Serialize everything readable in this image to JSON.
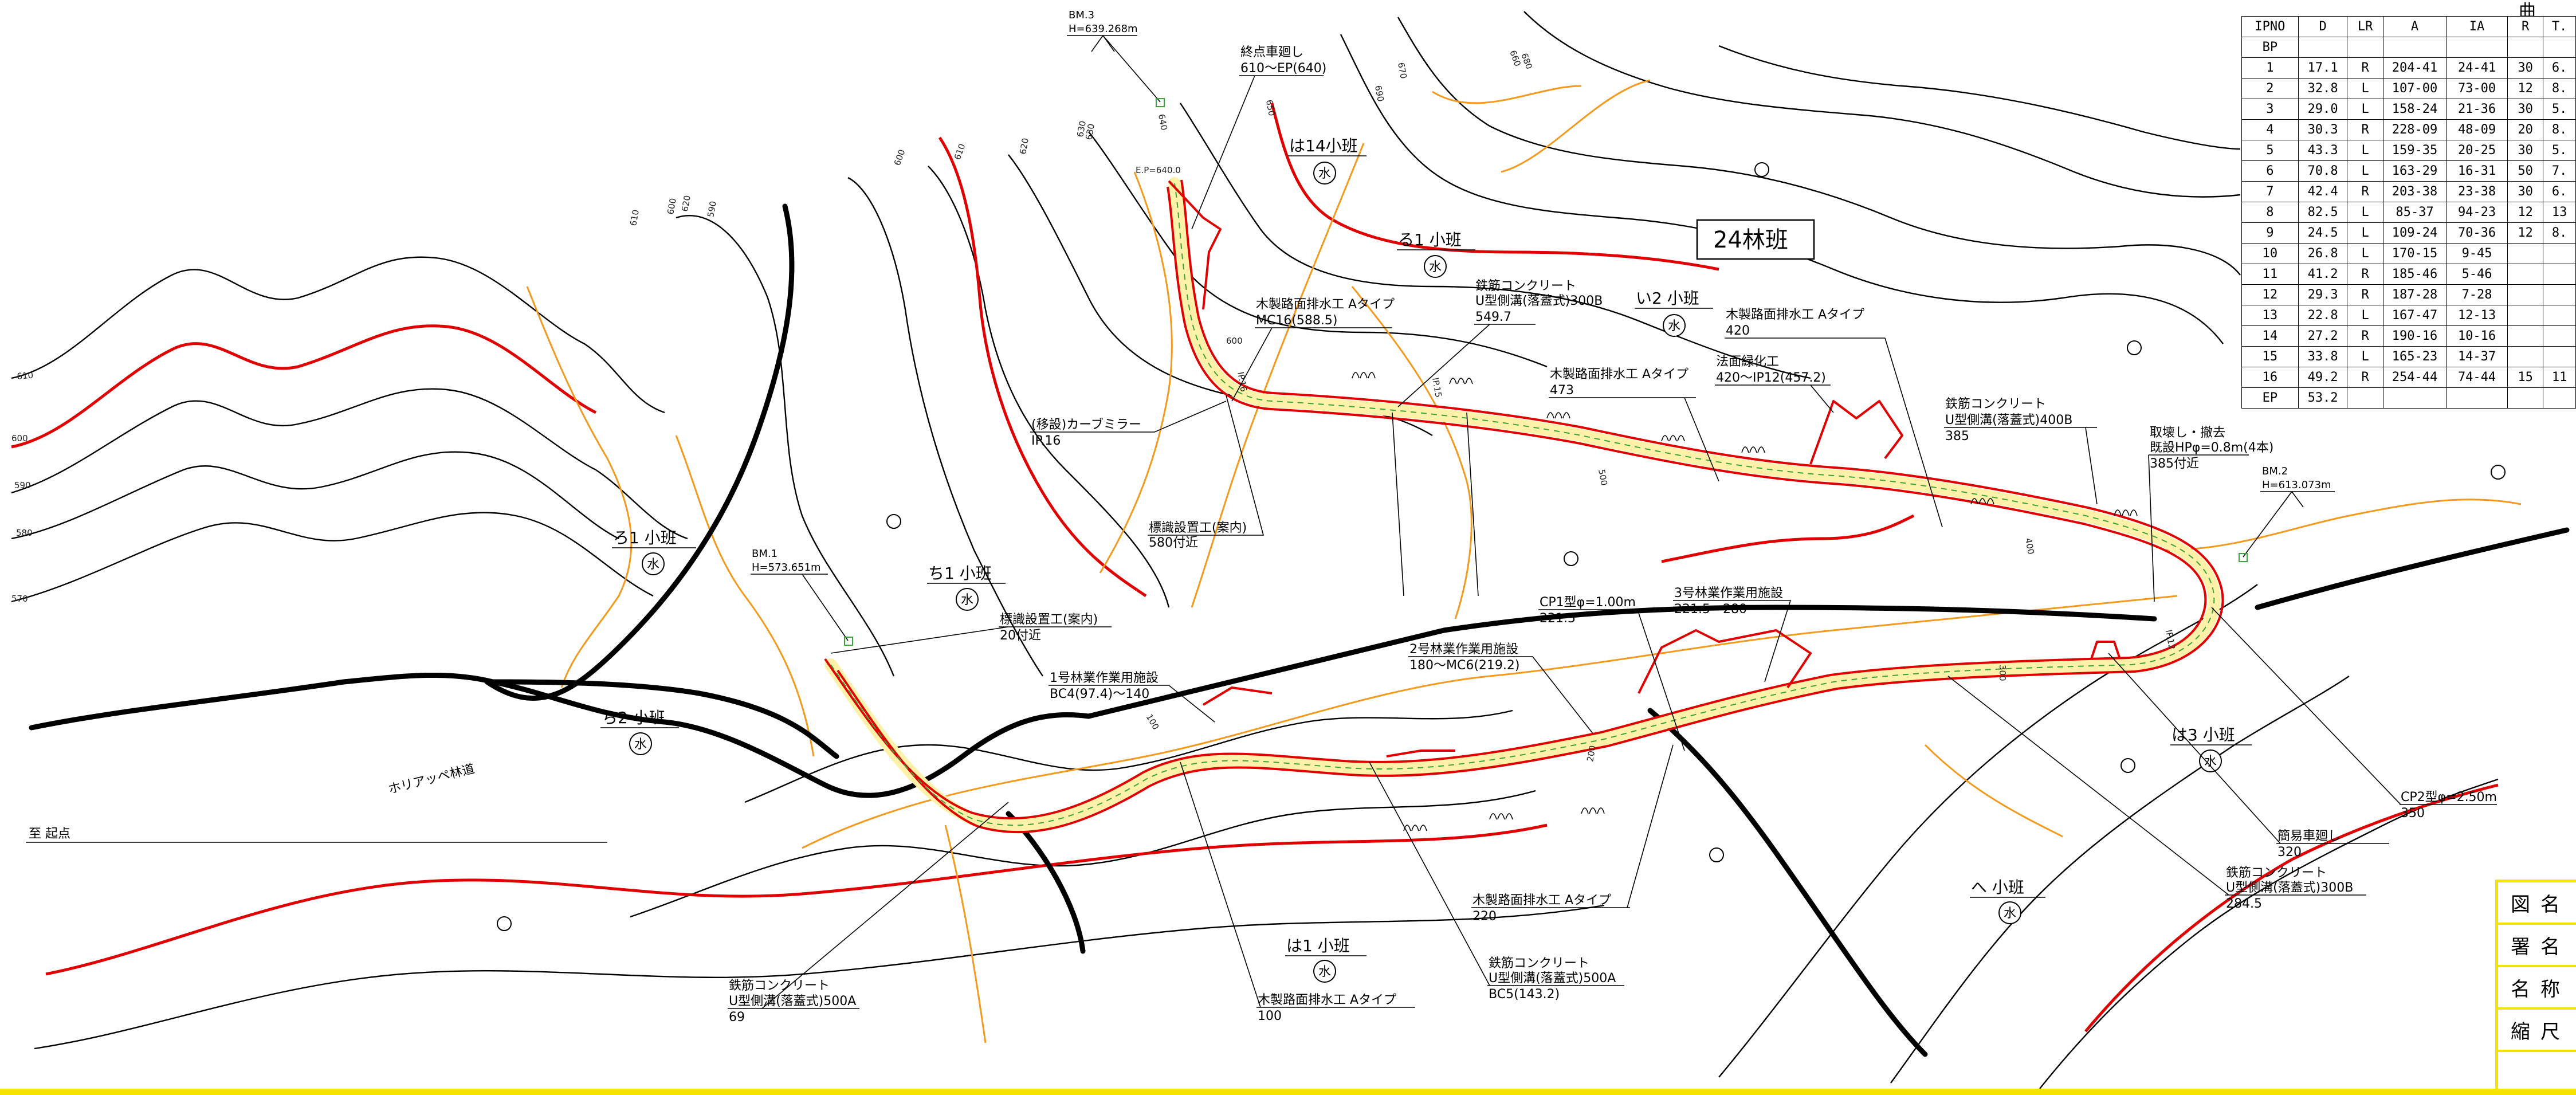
{
  "curve_table": {
    "title": "曲",
    "headers": [
      "IPNO",
      "D",
      "LR",
      "A",
      "IA",
      "R",
      "T."
    ],
    "rows": [
      [
        "BP",
        "",
        "",
        "",
        "",
        "",
        ""
      ],
      [
        "1",
        "17.1",
        "R",
        "204-41",
        "24-41",
        "30",
        "6."
      ],
      [
        "2",
        "32.8",
        "L",
        "107-00",
        "73-00",
        "12",
        "8."
      ],
      [
        "3",
        "29.0",
        "L",
        "158-24",
        "21-36",
        "30",
        "5."
      ],
      [
        "4",
        "30.3",
        "R",
        "228-09",
        "48-09",
        "20",
        "8."
      ],
      [
        "5",
        "43.3",
        "L",
        "159-35",
        "20-25",
        "30",
        "5."
      ],
      [
        "6",
        "70.8",
        "L",
        "163-29",
        "16-31",
        "50",
        "7."
      ],
      [
        "7",
        "42.4",
        "R",
        "203-38",
        "23-38",
        "30",
        "6."
      ],
      [
        "8",
        "82.5",
        "L",
        "85-37",
        "94-23",
        "12",
        "13"
      ],
      [
        "9",
        "24.5",
        "L",
        "109-24",
        "70-36",
        "12",
        "8."
      ],
      [
        "10",
        "26.8",
        "L",
        "170-15",
        "9-45",
        "",
        ""
      ],
      [
        "11",
        "41.2",
        "R",
        "185-46",
        "5-46",
        "",
        ""
      ],
      [
        "12",
        "29.3",
        "R",
        "187-28",
        "7-28",
        "",
        ""
      ],
      [
        "13",
        "22.8",
        "L",
        "167-47",
        "12-13",
        "",
        ""
      ],
      [
        "14",
        "27.2",
        "R",
        "190-16",
        "10-16",
        "",
        ""
      ],
      [
        "15",
        "33.8",
        "L",
        "165-23",
        "14-37",
        "",
        ""
      ],
      [
        "16",
        "49.2",
        "R",
        "254-44",
        "74-44",
        "15",
        "11"
      ],
      [
        "EP",
        "53.2",
        "",
        "",
        "",
        "",
        ""
      ]
    ]
  },
  "title_block": {
    "rows": [
      "図名",
      "署名",
      "名称",
      "縮尺"
    ]
  },
  "map": {
    "forest_block": "24林班",
    "water_symbol": "水",
    "subcompartments": [
      {
        "id": "ha14",
        "text": "は14小班"
      },
      {
        "id": "ru1",
        "text": "る1 小班"
      },
      {
        "id": "i2",
        "text": "い2 小班"
      },
      {
        "id": "ro1",
        "text": "ろ1 小班"
      },
      {
        "id": "chi1",
        "text": "ち1 小班"
      },
      {
        "id": "chi2",
        "text": "ち2 小班"
      },
      {
        "id": "ha1",
        "text": "は1 小班"
      },
      {
        "id": "ha3",
        "text": "は3 小班"
      },
      {
        "id": "he",
        "text": "へ 小班"
      }
    ],
    "benchmarks": [
      {
        "id": "bm3",
        "name": "BM.3",
        "height": "H=639.268m"
      },
      {
        "id": "bm1",
        "name": "BM.1",
        "height": "H=573.651m"
      },
      {
        "id": "bm2",
        "name": "BM.2",
        "height": "H=613.073m"
      }
    ],
    "road_labels": {
      "horiappe": "ホリアッペ林道",
      "start": "至 起点",
      "ep": "E.P=640.0"
    },
    "annotations": [
      {
        "id": "a01",
        "lines": [
          "終点車廻し",
          "610～EP(640)"
        ]
      },
      {
        "id": "a02",
        "lines": [
          "鉄筋コンクリート",
          "U型側溝(落蓋式)300B",
          "549.7"
        ]
      },
      {
        "id": "a03",
        "lines": [
          "木製路面排水工 Aタイプ",
          "MC16(588.5)"
        ]
      },
      {
        "id": "a04",
        "lines": [
          "木製路面排水工 Aタイプ",
          "420"
        ]
      },
      {
        "id": "a05",
        "lines": [
          "木製路面排水工 Aタイプ",
          "473"
        ]
      },
      {
        "id": "a06",
        "lines": [
          "法面緑化工",
          "420～IP12(457.2)"
        ]
      },
      {
        "id": "a07",
        "lines": [
          "(移設)カーブミラー",
          "IP.16"
        ]
      },
      {
        "id": "a08",
        "lines": [
          "鉄筋コンクリート",
          "U型側溝(落蓋式)400B",
          "385"
        ]
      },
      {
        "id": "a09",
        "lines": [
          "取壊し・撤去",
          "既設HPφ=0.8m(4本)",
          "385付近"
        ]
      },
      {
        "id": "a10",
        "lines": [
          "標識設置工(案内)",
          "580付近"
        ]
      },
      {
        "id": "a11",
        "lines": [
          "標識設置工(案内)",
          "20付近"
        ]
      },
      {
        "id": "a12",
        "lines": [
          "CP1型φ=1.00m",
          "221.5"
        ]
      },
      {
        "id": "a13",
        "lines": [
          "3号林業作業用施設",
          "221.5～280"
        ]
      },
      {
        "id": "a14",
        "lines": [
          "2号林業作業用施設",
          "180～MC6(219.2)"
        ]
      },
      {
        "id": "a15",
        "lines": [
          "1号林業作業用施設",
          "BC4(97.4)～140"
        ]
      },
      {
        "id": "a16",
        "lines": [
          "CP2型φ=2.50m",
          "350"
        ]
      },
      {
        "id": "a17",
        "lines": [
          "簡易車廻し",
          "320"
        ]
      },
      {
        "id": "a18",
        "lines": [
          "鉄筋コンクリート",
          "U型側溝(落蓋式)300B",
          "284.5"
        ]
      },
      {
        "id": "a19",
        "lines": [
          "木製路面排水工 Aタイプ",
          "220"
        ]
      },
      {
        "id": "a20",
        "lines": [
          "鉄筋コンクリート",
          "U型側溝(落蓋式)500A",
          "BC5(143.2)"
        ]
      },
      {
        "id": "a21",
        "lines": [
          "木製路面排水工 Aタイプ",
          "100"
        ]
      },
      {
        "id": "a22",
        "lines": [
          "鉄筋コンクリート",
          "U型側溝(落蓋式)500A",
          "69"
        ]
      }
    ],
    "contour_labels": [
      "610",
      "600",
      "590",
      "580",
      "570",
      "600",
      "590",
      "610",
      "620",
      "630",
      "640",
      "650",
      "660",
      "670",
      "680",
      "690",
      "600",
      "610",
      "620",
      "630"
    ],
    "station_labels": [
      "600",
      "500",
      "400",
      "300",
      "200",
      "100",
      "IP.16",
      "IP.15",
      "IP.12"
    ]
  },
  "colors": {
    "index_contour": "#e00000",
    "road_fill": "#fff2a8",
    "boundary": "#f39a1e",
    "title_border": "#f4e400"
  }
}
